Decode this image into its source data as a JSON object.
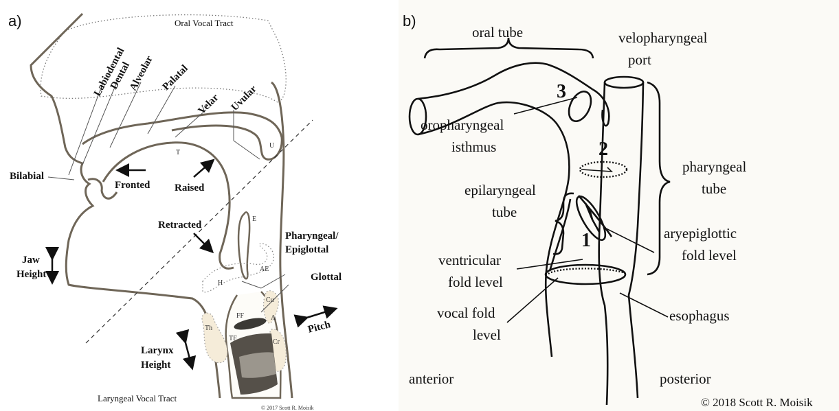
{
  "panel_a": {
    "letter": "a)",
    "oral_tract": "Oral Vocal Tract",
    "laryngeal_tract": "Laryngeal Vocal Tract",
    "places": {
      "labiodental": "Labiodental",
      "dental": "Dental",
      "alveolar": "Alveolar",
      "palatal": "Palatal",
      "velar": "Velar",
      "uvular": "Uvular",
      "bilabial": "Bilabial",
      "pharyngeal": "Pharyngeal/",
      "epiglottal": "Epiglottal",
      "glottal": "Glottal"
    },
    "movements": {
      "fronted": "Fronted",
      "raised": "Raised",
      "retracted": "Retracted",
      "jaw_1": "Jaw",
      "jaw_2": "Height",
      "larynx_1": "Larynx",
      "larynx_2": "Height",
      "pitch": "Pitch"
    },
    "structures": {
      "t": "T",
      "u": "U",
      "e": "E",
      "ae": "AE",
      "h": "H",
      "cu": "Cu",
      "a": "A",
      "ff": "FF",
      "tf": "TF",
      "th": "Th",
      "cr": "Cr"
    },
    "copyright": "© 2017 Scott R. Moisik"
  },
  "panel_b": {
    "letter": "b)",
    "oral_tube": "oral tube",
    "velopharyngeal_1": "velopharyngeal",
    "velopharyngeal_2": "port",
    "oropharyngeal_1": "oropharyngeal",
    "oropharyngeal_2": "isthmus",
    "pharyngeal_tube_1": "pharyngeal",
    "pharyngeal_tube_2": "tube",
    "epilaryngeal_1": "epilaryngeal",
    "epilaryngeal_2": "tube",
    "aryepiglottic_1": "aryepiglottic",
    "aryepiglottic_2": "fold level",
    "ventricular_1": "ventricular",
    "ventricular_2": "fold level",
    "vocal_1": "vocal fold",
    "vocal_2": "level",
    "esophagus": "esophagus",
    "anterior": "anterior",
    "posterior": "posterior",
    "num_1": "1",
    "num_2": "2",
    "num_3": "3",
    "copyright": "© 2018 Scott R. Moisik"
  }
}
